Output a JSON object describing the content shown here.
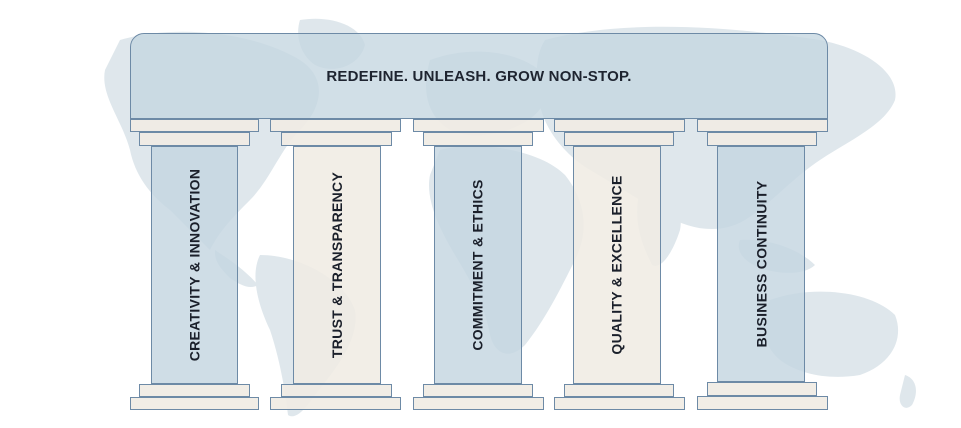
{
  "diagram": {
    "roof_title": "REDEFINE. UNLEASH. GROW NON-STOP.",
    "pillars": [
      {
        "label": "CREATIVITY & INNOVATION",
        "color": "blue"
      },
      {
        "label": "TRUST & TRANSPARENCY",
        "color": "beige"
      },
      {
        "label": "COMMITMENT & ETHICS",
        "color": "blue"
      },
      {
        "label": "QUALITY & EXCELLENCE",
        "color": "beige"
      },
      {
        "label": "BUSINESS CONTINUITY",
        "color": "blue"
      }
    ],
    "colors": {
      "blue": "#c4d6e0",
      "beige": "#f0ece4",
      "outline": "#6d8aa6",
      "map": "#dfe7ec"
    }
  }
}
